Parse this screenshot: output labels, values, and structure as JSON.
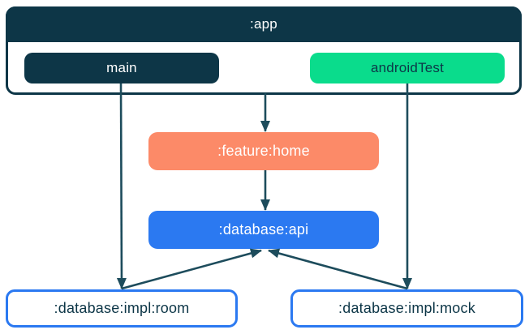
{
  "diagram": {
    "app": {
      "title": ":app",
      "source_sets": [
        {
          "id": "main",
          "label": "main"
        },
        {
          "id": "androidTest",
          "label": "androidTest"
        }
      ]
    },
    "modules": [
      {
        "id": "feature-home",
        "label": ":feature:home",
        "style": "coral"
      },
      {
        "id": "database-api",
        "label": ":database:api",
        "style": "blue"
      },
      {
        "id": "database-impl-room",
        "label": ":database:impl:room",
        "style": "outline"
      },
      {
        "id": "database-impl-mock",
        "label": ":database:impl:mock",
        "style": "outline"
      }
    ],
    "edges": [
      {
        "from": ":app",
        "to": ":feature:home"
      },
      {
        "from": ":feature:home",
        "to": ":database:api"
      },
      {
        "from": "main",
        "to": ":database:impl:room"
      },
      {
        "from": "androidTest",
        "to": ":database:impl:mock"
      },
      {
        "from": ":database:impl:room",
        "to": ":database:api"
      },
      {
        "from": ":database:impl:mock",
        "to": ":database:api"
      }
    ],
    "colors": {
      "navy": "#0D3647",
      "arrow": "#1D4C5C",
      "green": "#0ADC8C",
      "coral": "#FC8A68",
      "blue": "#2B79F1",
      "box_text": "#0D3647",
      "light_text": "#FFFFFF",
      "background": "#FFFFFF"
    }
  }
}
